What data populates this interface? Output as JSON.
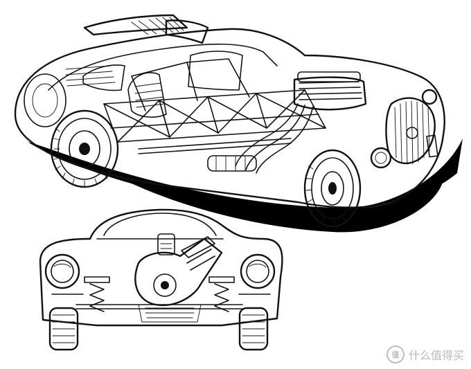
{
  "illustration": {
    "subject": "cutaway-car",
    "views": [
      "three-quarter-cutaway",
      "front-section"
    ]
  },
  "plates": {
    "rear_plate_text": "",
    "front_plate_text": ""
  },
  "watermark": {
    "text": "什么值得买",
    "logo_glyph": "值"
  },
  "colors": {
    "ink": "#111111",
    "paper": "#ffffff",
    "watermark": "#b8b8b8"
  }
}
